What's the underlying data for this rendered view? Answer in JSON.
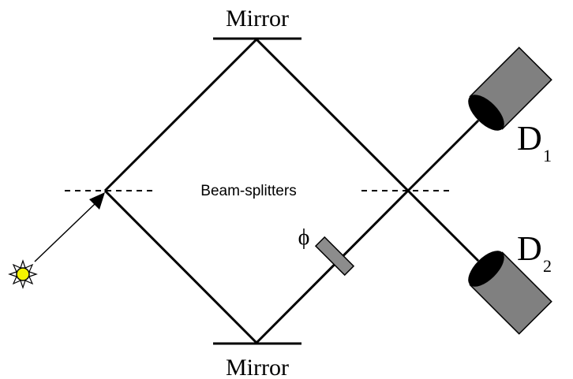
{
  "diagram": {
    "mirror_top_label": "Mirror",
    "mirror_bottom_label": "Mirror",
    "beam_splitters_label": "Beam-splitters",
    "phase_label": "ϕ",
    "detector_1": {
      "letter": "D",
      "subscript": "1"
    },
    "detector_2": {
      "letter": "D",
      "subscript": "2"
    },
    "colors": {
      "source_fill": "#f4f400",
      "detector_fill": "#808080",
      "detector_face": "#000000",
      "phase_plate_fill": "#8c8c8c",
      "line": "#000000"
    }
  }
}
